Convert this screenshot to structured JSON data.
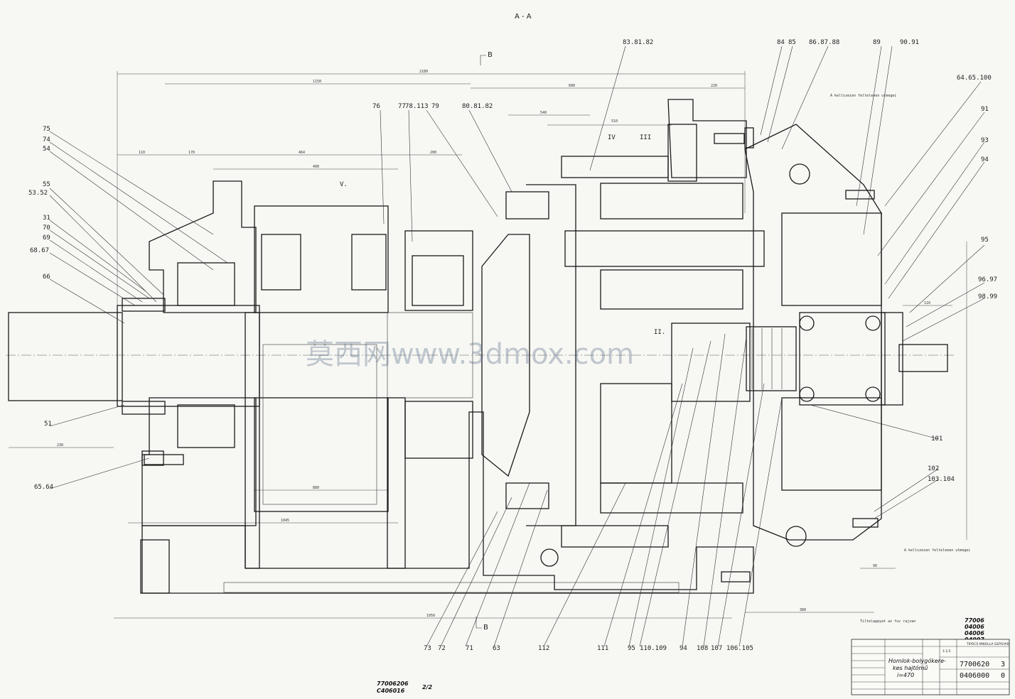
{
  "drawing": {
    "section_title": "A - A",
    "section_marks": [
      "B",
      "B"
    ],
    "watermark": "莫西网www.3dmox.com",
    "part_labels_left": [
      "75",
      "74",
      "54",
      "55",
      "53.52",
      "31",
      "70",
      "69",
      "68.67",
      "66",
      "51",
      "65.64"
    ],
    "part_labels_top": [
      "76",
      "77",
      "78.113",
      "79",
      "80.81.82",
      "83.81.82",
      "84",
      "85",
      "86.87.88",
      "89",
      "90.91",
      "64.65.100"
    ],
    "part_labels_right": [
      "91",
      "93",
      "94",
      "95",
      "96.97",
      "98.99",
      "101",
      "102",
      "103.104"
    ],
    "part_labels_bottom": [
      "73",
      "72",
      "71",
      "63",
      "112",
      "111",
      "95",
      "110.109",
      "94",
      "108",
      "107",
      "106.105"
    ],
    "roman_labels": [
      "V.",
      "IV",
      "III",
      "II."
    ],
    "notes": [
      "A kellszeien felteleeen utmegei",
      "A kellszeien felteleeen utmegei",
      "Tiltelappyat az fuv rajzan"
    ],
    "handwritten": [
      "77006206",
      "C406016",
      "2/2",
      "77006",
      "04006",
      "04006",
      "04007"
    ]
  },
  "title_block": {
    "drawing_name_1": "Homlok-bolygókere-",
    "drawing_name_2": "kes hajtómű",
    "ratio": "i=470",
    "drawing_number": "7700620",
    "drawing_number_suffix": "3",
    "second_number": "0406000",
    "second_number_suffix": "0",
    "scale": "1:2,5",
    "company": "TIPOCS MIKOLLA GEPGYAR"
  }
}
